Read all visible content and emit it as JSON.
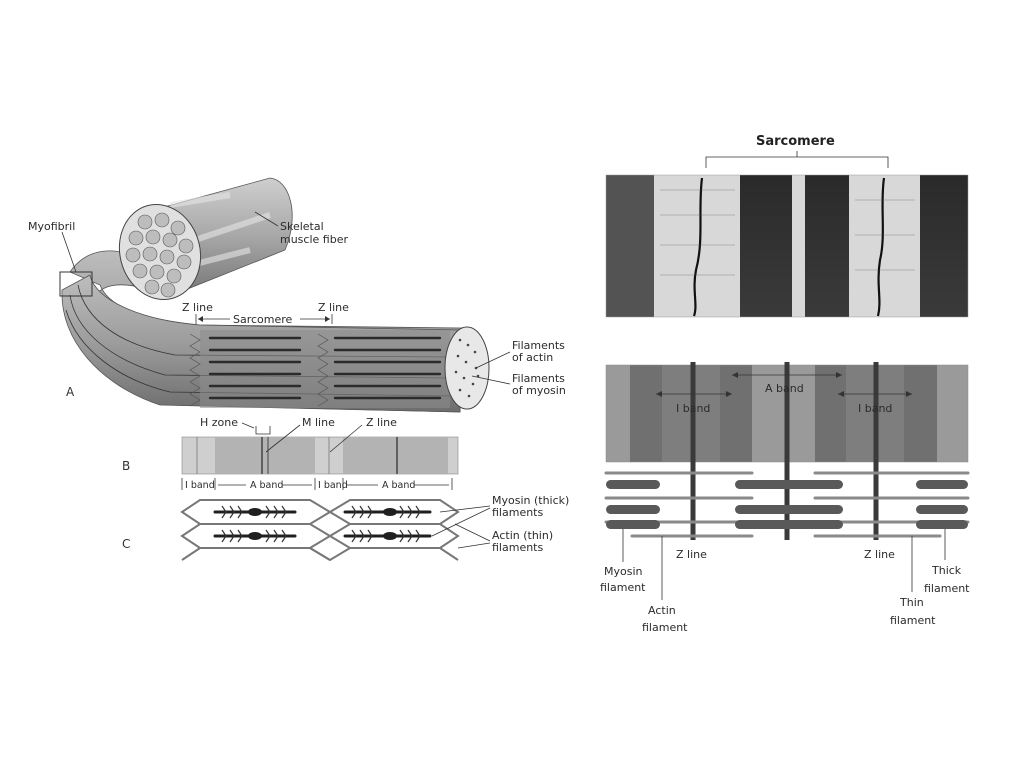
{
  "left": {
    "labels": {
      "myofibril": "Myofibril",
      "skeletal_line1": "Skeletal",
      "skeletal_line2": "muscle fiber",
      "zline_a_left": "Z line",
      "zline_a_right": "Z line",
      "sarcomere": "Sarcomere",
      "fil_actin_1": "Filaments",
      "fil_actin_2": "of actin",
      "fil_myosin_1": "Filaments",
      "fil_myosin_2": "of myosin",
      "panel_a": "A",
      "panel_b": "B",
      "panel_c": "C",
      "h_zone": "H zone",
      "m_line": "M line",
      "z_line_b": "Z line",
      "i_band_1": "I band",
      "a_band_1": "A band",
      "i_band_2": "I band",
      "a_band_2": "A band",
      "myosin_thick_1": "Myosin (thick)",
      "myosin_thick_2": "filaments",
      "actin_thin_1": "Actin (thin)",
      "actin_thin_2": "filaments"
    }
  },
  "right": {
    "labels": {
      "sarcomere": "Sarcomere",
      "a_band": "A band",
      "i_band_left": "I band",
      "i_band_right": "I band",
      "z_line_left": "Z line",
      "z_line_right": "Z line",
      "myosin_1": "Myosin",
      "myosin_2": "filament",
      "actin_1": "Actin",
      "actin_2": "filament",
      "thin_1": "Thin",
      "thin_2": "filament",
      "thick_1": "Thick",
      "thick_2": "filament"
    },
    "colors": {
      "i_band": "#9a9a9a",
      "a_band": "#707070",
      "h_zone": "#7e7e7e",
      "z_line": "#3a3a3a",
      "thick_filament": "#595959",
      "thin_filament": "#8a8a8a"
    }
  }
}
